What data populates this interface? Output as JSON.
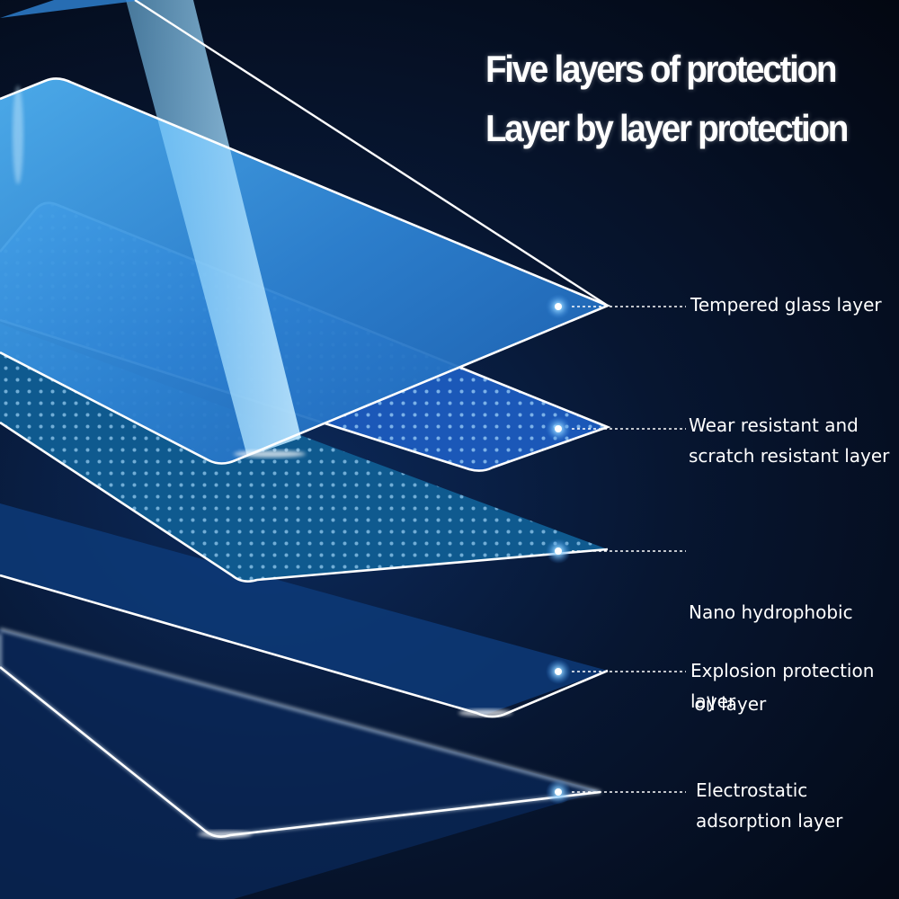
{
  "headline": {
    "line1": "Five layers of protection",
    "line2": "Layer by layer protection"
  },
  "layers": [
    {
      "lines": [
        "Tempered glass layer"
      ]
    },
    {
      "lines": [
        "Wear resistant and",
        "scratch resistant layer"
      ]
    },
    {
      "lines": [
        "Nano hydrophobic",
        " oil layer"
      ]
    },
    {
      "lines": [
        "Explosion protection",
        "layer"
      ]
    },
    {
      "lines": [
        "Electrostatic",
        "adsorption layer"
      ]
    }
  ],
  "colors": {
    "background": "#040916",
    "glass_blue": "#4aa3e6",
    "dot_blue": "#9fd8ff",
    "outline": "#ffffff",
    "label_text": "#ffffff"
  }
}
